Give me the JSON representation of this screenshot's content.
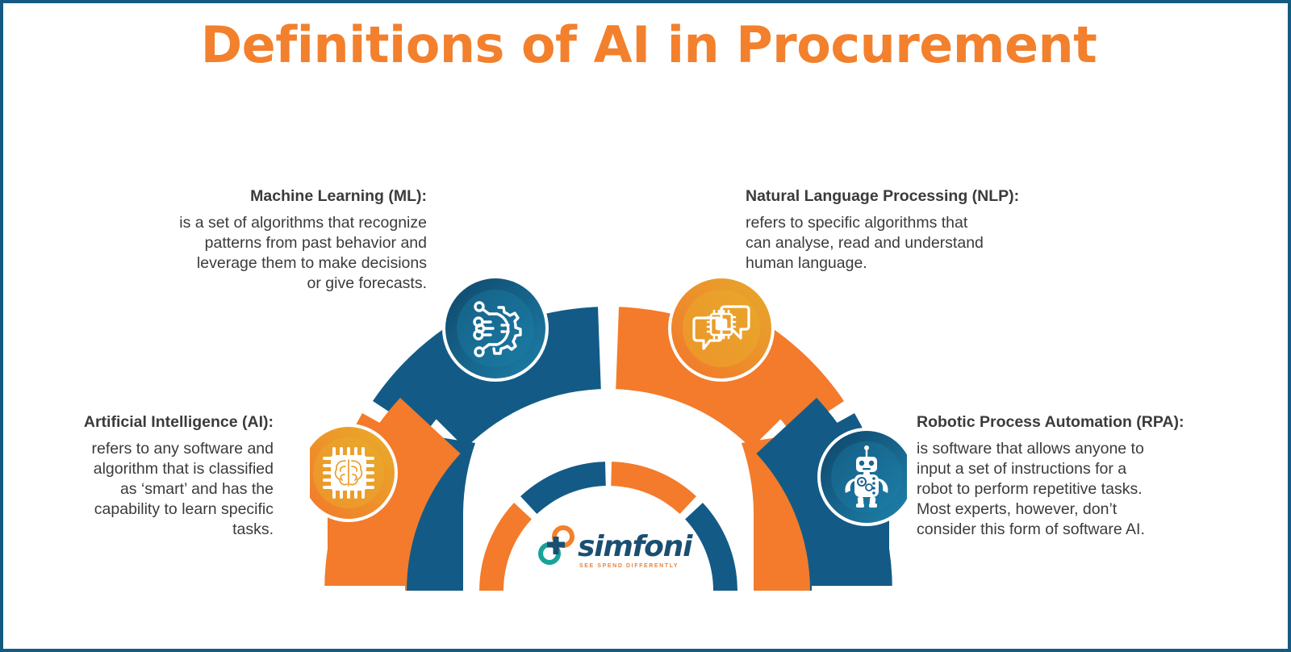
{
  "page": {
    "title": "Definitions of AI in Procurement",
    "border_color": "#155a80",
    "background": "#ffffff"
  },
  "colors": {
    "title_orange": "#F3802D",
    "wedge_orange": "#F37B2B",
    "wedge_blue": "#135B86",
    "circle_blue_dark": "#10476B",
    "circle_blue_light": "#1C7FA8",
    "circle_orange_dark": "#F37B2B",
    "circle_orange_light": "#E7A92B",
    "text_gray": "#3b3b3b",
    "logo_navy": "#1B4F72",
    "logo_teal": "#16A39A",
    "logo_orange": "#F3802D"
  },
  "definitions": [
    {
      "id": "ml",
      "heading": "Machine Learning (ML):",
      "body": "is a set of algorithms that recognize\npatterns from past behavior and\nleverage them to make decisions\nor give forecasts.",
      "align": "right",
      "icon": "gear-circuit-icon",
      "node_color": "blue"
    },
    {
      "id": "nlp",
      "heading": "Natural Language Processing (NLP):",
      "body": "refers to specific algorithms that\ncan analyse, read and understand\nhuman language.",
      "align": "left",
      "icon": "chat-chip-icon",
      "node_color": "orange"
    },
    {
      "id": "ai",
      "heading": "Artificial Intelligence (AI):",
      "body": "refers to any software and\nalgorithm that is classified\nas ‘smart’ and has the\ncapability to learn specific\ntasks.",
      "align": "right",
      "icon": "brain-chip-icon",
      "node_color": "orange"
    },
    {
      "id": "rpa",
      "heading": "Robotic Process Automation (RPA):",
      "body": "is software that allows anyone to\ninput a set of instructions for a\nrobot to perform repetitive tasks.\nMost experts, however, don’t\nconsider this form of software AI.",
      "align": "left",
      "icon": "robot-icon",
      "node_color": "blue"
    }
  ],
  "diagram": {
    "type": "semicircular-arc-4-segment",
    "outer_wedges": [
      {
        "name": "wedge-ai",
        "color": "#F37B2B"
      },
      {
        "name": "wedge-ml",
        "color": "#135B86"
      },
      {
        "name": "wedge-nlp",
        "color": "#F37B2B"
      },
      {
        "name": "wedge-rpa",
        "color": "#135B86"
      }
    ],
    "inner_ring_segments": [
      {
        "name": "inner-arc-ai",
        "color": "#F37B2B"
      },
      {
        "name": "inner-arc-ml",
        "color": "#135B86"
      },
      {
        "name": "inner-arc-nlp",
        "color": "#F37B2B"
      },
      {
        "name": "inner-arc-rpa",
        "color": "#135B86"
      }
    ]
  },
  "logo": {
    "wordmark": "simfoni",
    "tagline": "SEE SPEND DIFFERENTLY"
  }
}
